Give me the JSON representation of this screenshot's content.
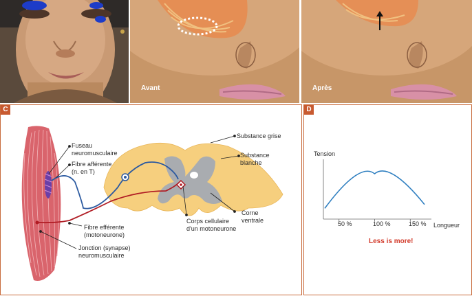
{
  "photos": {
    "before_label": "Avant",
    "after_label": "Après"
  },
  "panel_c": {
    "tag": "C",
    "labels": {
      "fuseau": [
        "Fuseau",
        "neuromusculaire"
      ],
      "fibre_afferente": [
        "Fibre afférente",
        "(n. en T)"
      ],
      "substance_grise": "Substance grise",
      "substance_blanche": [
        "Substance",
        "blanche"
      ],
      "corne_ventrale": [
        "Corne",
        "ventrale"
      ],
      "corps_cellulaire": [
        "Corps cellulaire",
        "d'un motoneurone"
      ],
      "fibre_efferente": [
        "Fibre efférente",
        "(motoneurone)"
      ],
      "jonction": [
        "Jonction (synapse)",
        "neuromusculaire"
      ]
    }
  },
  "panel_d": {
    "tag": "D",
    "caption": "Less is more!"
  },
  "chart_data": {
    "type": "line",
    "ylabel": "Tension",
    "xlabel": "Longueur",
    "x_ticks": [
      "50 %",
      "100 %",
      "150 %"
    ],
    "series": [
      {
        "x": [
          30,
          100,
          170
        ],
        "y": [
          0.1,
          1.0,
          0.2
        ]
      }
    ],
    "xlim": [
      30,
      170
    ],
    "ylim": [
      0,
      1.1
    ],
    "caption": "Less is more!",
    "colors": {
      "line": "#2f7fc0"
    }
  },
  "colors": {
    "accent": "#c85a30",
    "spinal_grey": "#a9acb0",
    "spinal_white": "#f6cf7e",
    "muscle": "#d9646c",
    "afferent": "#2c5aa0",
    "efferent": "#b01c24"
  }
}
